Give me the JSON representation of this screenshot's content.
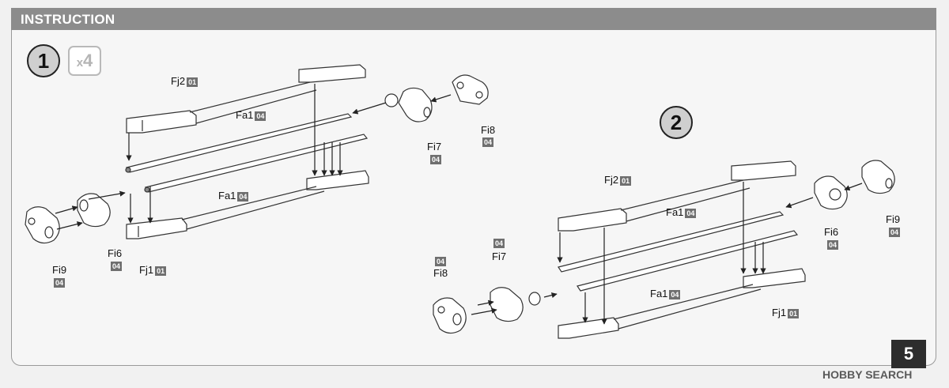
{
  "header": {
    "title": "INSTRUCTION"
  },
  "steps": [
    {
      "number": "1",
      "multiplier_x": "x",
      "multiplier_n": "4"
    },
    {
      "number": "2"
    }
  ],
  "step1_labels": {
    "fj2": "Fj2",
    "fj2_tag": "01",
    "fa1_top": "Fa1",
    "fa1_top_tag": "04",
    "fa1_mid": "Fa1",
    "fa1_mid_tag": "04",
    "fi8": "Fi8",
    "fi8_tag": "04",
    "fi7": "Fi7",
    "fi7_tag": "04",
    "fi9": "Fi9",
    "fi9_tag": "04",
    "fi6": "Fi6",
    "fi6_tag": "04",
    "fj1": "Fj1",
    "fj1_tag": "01"
  },
  "step2_labels": {
    "fj2": "Fj2",
    "fj2_tag": "01",
    "fa1_top": "Fa1",
    "fa1_top_tag": "04",
    "fa1_low": "Fa1",
    "fa1_low_tag": "04",
    "fi9": "Fi9",
    "fi9_tag": "04",
    "fi6": "Fi6",
    "fi6_tag": "04",
    "fi7": "Fi7",
    "fi7_tag": "04",
    "fi8": "Fi8",
    "fi8_tag": "04",
    "fj1": "Fj1",
    "fj1_tag": "01"
  },
  "page_number": "5",
  "watermark": "HOBBY SEARCH"
}
